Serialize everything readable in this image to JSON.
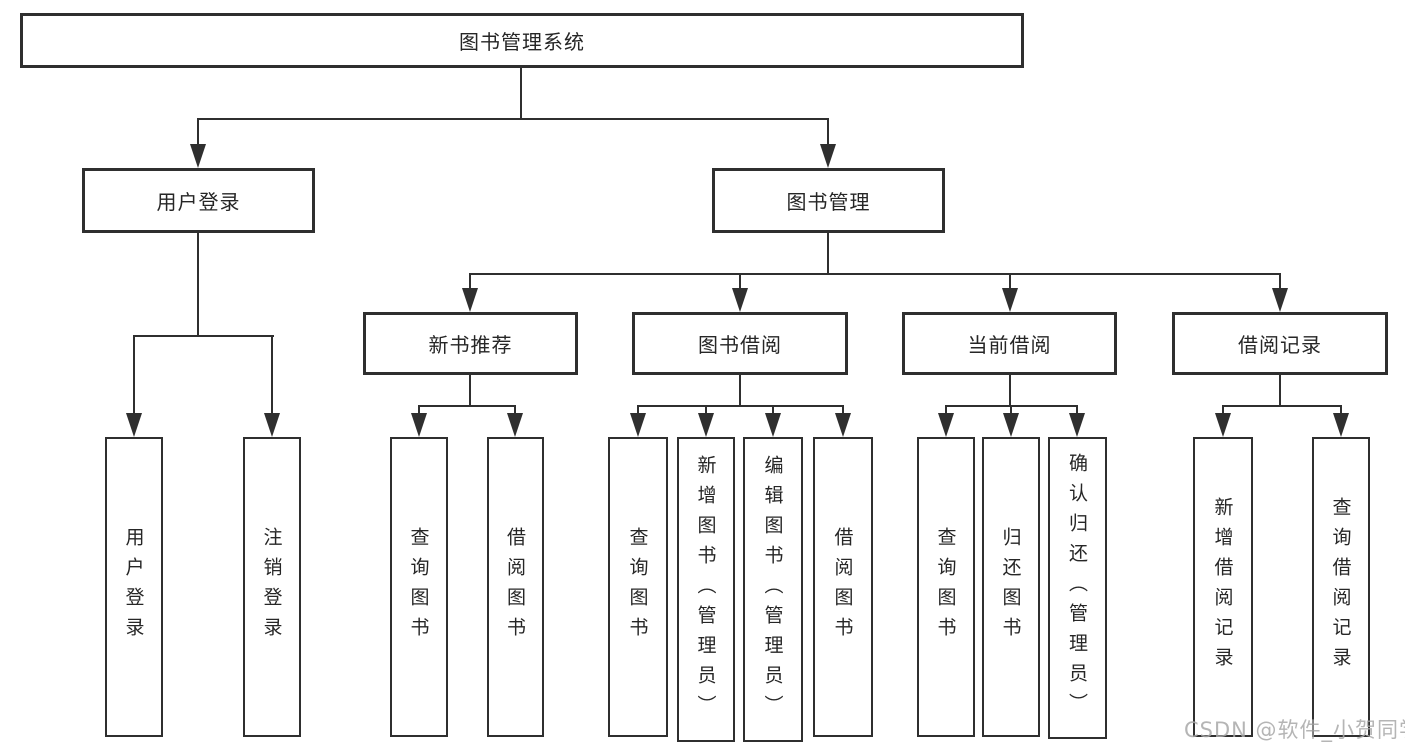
{
  "watermark": "CSDN @软件_小贺同学",
  "colors": {
    "line": "#2f2f2f",
    "text": "#262626",
    "watermark_gray": "#a8a8a8",
    "background": "#ffffff"
  },
  "tree": {
    "root": "图书管理系统",
    "branches": [
      {
        "label": "用户登录",
        "children": [
          "用户登录",
          "注销登录"
        ]
      },
      {
        "label": "图书管理",
        "children": [
          {
            "label": "新书推荐",
            "children": [
              "查询图书",
              "借阅图书"
            ]
          },
          {
            "label": "图书借阅",
            "children": [
              "查询图书",
              "新增图书（管理员）",
              "编辑图书（管理员）",
              "借阅图书"
            ]
          },
          {
            "label": "当前借阅",
            "children": [
              "查询图书",
              "归还图书",
              "确认归还（管理员）"
            ]
          },
          {
            "label": "借阅记录",
            "children": [
              "新增借阅记录",
              "查询借阅记录"
            ]
          }
        ]
      }
    ]
  }
}
